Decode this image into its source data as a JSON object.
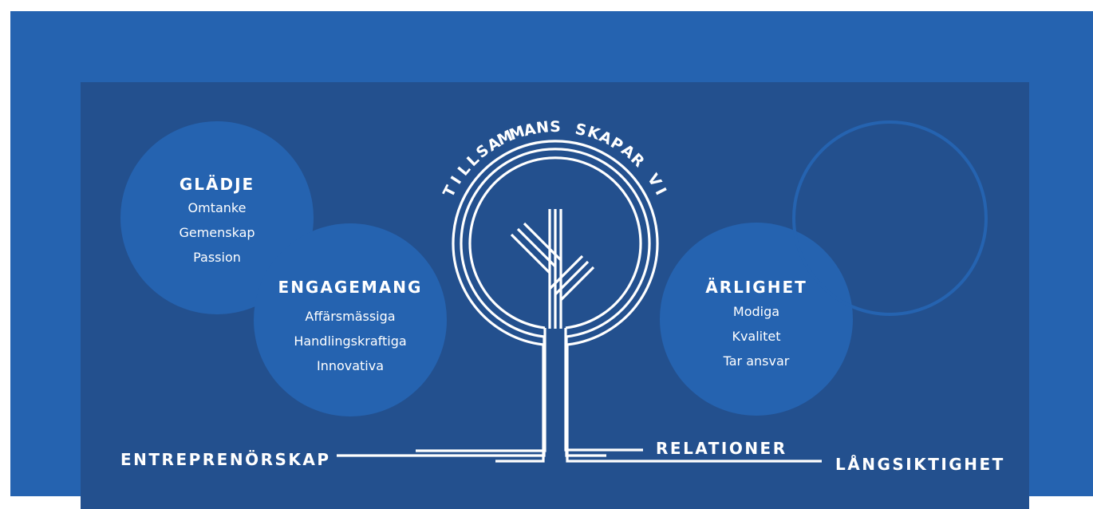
{
  "colors": {
    "outer_background": "#2563b0",
    "inner_panel": "#23508e",
    "circle_fill": "#2563b0",
    "line": "#ffffff",
    "text": "#ffffff"
  },
  "arc_title": "TILLSAMMANS SKAPAR VI",
  "values": [
    {
      "title": "GLÄDJE",
      "items": [
        "Omtanke",
        "Gemenskap",
        "Passion"
      ]
    },
    {
      "title": "ENGAGEMANG",
      "items": [
        "Affärsmässiga",
        "Handlingskraftiga",
        "Innovativa"
      ]
    },
    {
      "title": "ÄRLIGHET",
      "items": [
        "Modiga",
        "Kvalitet",
        "Tar ansvar"
      ]
    }
  ],
  "roots": {
    "left": "ENTREPRENÖRSKAP",
    "middle": "RELATIONER",
    "right": "LÅNGSIKTIGHET"
  },
  "icons": [
    "tree-icon"
  ]
}
